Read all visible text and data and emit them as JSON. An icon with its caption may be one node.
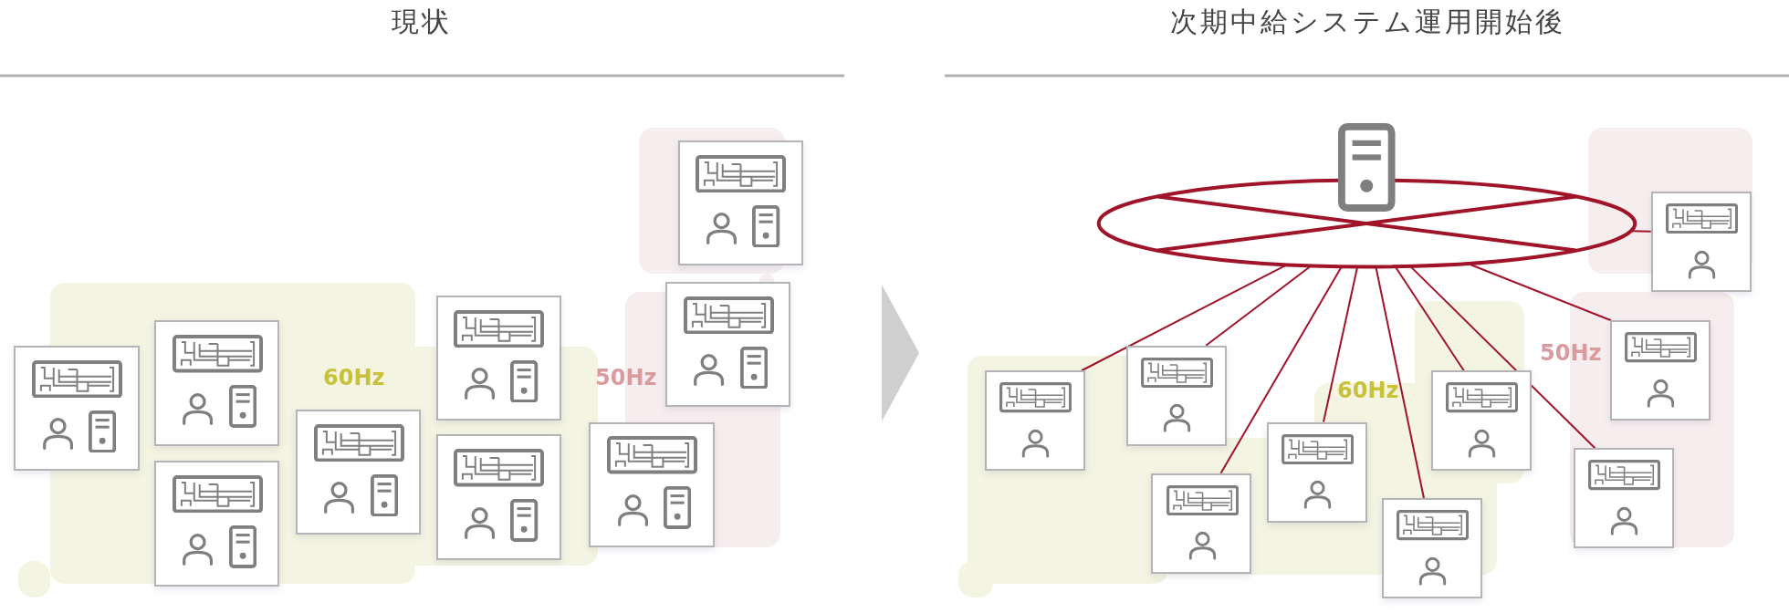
{
  "diagram": {
    "nodes": [
      {
        "text": [],
        "shape": "box"
      },
      {
        "text": [],
        "shape": "box"
      },
      {
        "text": [],
        "shape": "box"
      },
      {
        "text": [],
        "shape": "box"
      },
      {
        "text": [],
        "shape": "box"
      },
      {
        "text": [],
        "shape": "box"
      },
      {
        "text": [],
        "shape": "box"
      },
      {
        "text": [],
        "shape": "box"
      },
      {
        "text": [],
        "shape": "box"
      },
      {
        "text": [],
        "shape": "picture"
      },
      {
        "text": [],
        "shape": "ellipse"
      },
      {
        "text": [],
        "shape": "box"
      },
      {
        "text": [],
        "shape": "box"
      },
      {
        "text": [],
        "shape": "box"
      },
      {
        "text": [],
        "shape": "box"
      },
      {
        "text": [],
        "shape": "box"
      },
      {
        "text": [],
        "shape": "box"
      },
      {
        "text": [],
        "shape": "box"
      },
      {
        "text": [],
        "shape": "box"
      },
      {
        "text": [],
        "shape": "box"
      }
    ],
    "edges": [
      {
        "from": 10,
        "to": 11,
        "arrow": "none"
      },
      {
        "from": 10,
        "to": 12,
        "arrow": "none"
      },
      {
        "from": 10,
        "to": 13,
        "arrow": "none"
      },
      {
        "from": 10,
        "to": 14,
        "arrow": "none"
      },
      {
        "from": 10,
        "to": 15,
        "arrow": "none"
      },
      {
        "from": 10,
        "to": 16,
        "arrow": "none"
      },
      {
        "from": 10,
        "to": 17,
        "arrow": "none"
      },
      {
        "from": 10,
        "to": 18,
        "arrow": "none"
      },
      {
        "from": 10,
        "to": 19,
        "arrow": "none"
      }
    ],
    "labels": [
      "現状",
      "次期中給システム運用開始後",
      "60Hz",
      "50Hz",
      "50Hz",
      "60Hz"
    ]
  }
}
